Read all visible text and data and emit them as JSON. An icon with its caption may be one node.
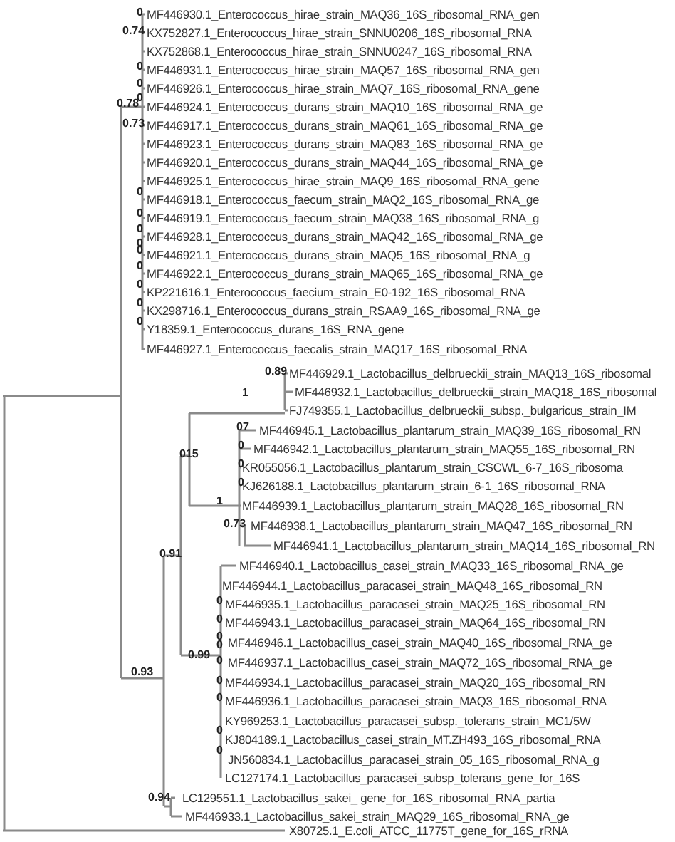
{
  "diagram": {
    "labels": [
      "0",
      "MF446930.1_Enterococcus_hirae_strain_MAQ36_16S_ribosomal_RNA_gen",
      "0.74",
      "KX752827.1_Enterococcus_hirae_strain_SNNU0206_16S_ribosomal_RNA",
      "KX752868.1_Enterococcus_hirae_strain_SNNU0247_16S_ribosomal_RNA",
      "0",
      "MF446931.1_Enterococcus_hirae_strain_MAQ57_16S_ribosomal_RNA_gen",
      "0",
      "MF446926.1_Enterococcus_hirae_strain_MAQ7_16S_ribosomal_RNA_gene",
      "0",
      "0.78",
      "MF446924.1_Enterococcus_durans_strain_MAQ10_16S_ribosomal_RNA_ge",
      "0.73",
      "MF446917.1_Enterococcus_durans_strain_MAQ61_16S_ribosomal_RNA_ge",
      "MF446923.1_Enterococcus_durans_strain_MAQ83_16S_ribosomal_RNA_ge",
      "MF446920.1_Enterococcus_durans_strain_MAQ44_16S_ribosomal_RNA_ge",
      "MF446925.1_Enterococcus_hirae_strain_MAQ9_16S_ribosomal_RNA_gene",
      "0",
      "MF446918.1_Enterococcus_faecum_strain_MAQ2_16S_ribosomal_RNA_ge",
      "0",
      "MF446919.1_Enterococcus_faecum_strain_MAQ38_16S_ribosomal_RNA_g",
      "0",
      "MF446928.1_Enterococcus_durans_strain_MAQ42_16S_ribosomal_RNA_ge",
      "0",
      "0",
      "MF446921.1_Enterococcus_durans_strain_MAQ5_16S_ribosomal_RNA_g",
      "0",
      "MF446922.1_Enterococcus_durans_strain_MAQ65_16S_ribosomal_RNA_ge",
      "0",
      "KP221616.1_Enterococcus_faecium_strain_E0-192_16S_ribosomal_RNA",
      "0",
      "KX298716.1_Enterococcus_durans_strain_RSAA9_16S_ribosomal_RNA_ge",
      "0",
      "Y18359.1_Enterococcus_durans_16S_RNA_gene",
      "MF446927.1_Enterococcus_faecalis_strain_MAQ17_16S_ribosomal_RNA",
      "0.89",
      "MF446929.1_Lactobacillus_delbrueckii_strain_MAQ13_16S_ribosomal",
      "1",
      "MF446932.1_Lactobacillus_delbrueckii_strain_MAQ18_16S_ribosomal",
      "FJ749355.1_Lactobacillus_delbrueckii_subsp._bulgaricus_strain_IM",
      "07",
      "MF446945.1_Lactobacillus_plantarum_strain_MAQ39_16S_ribosomal_RN",
      "0",
      "015",
      "MF446942.1_Lactobacillus_plantarum_strain_MAQ55_16S_ribosomal_RN",
      "0",
      "KR055056.1_Lactobacillus_plantarum_strain_CSCWL_6-7_16S_ribosoma",
      "0",
      "KJ626188.1_Lactobacillus_plantarum_strain_6-1_16S_ribosomal_RNA",
      "1",
      "MF446939.1_Lactobacillus_plantarum_strain_MAQ28_16S_ribosomal_RN",
      "0.73",
      "MF446938.1_Lactobacillus_plantarum_strain_MAQ47_16S_ribosomal_RN",
      "MF446941.1_Lactobacillus_plantarum_strain_MAQ14_16S_ribosomal_RN",
      "0.91",
      "MF446940.1_Lactobacillus_casei_strain_MAQ33_16S_ribosomal_RNA_ge",
      "MF446944.1_Lactobacillus_paracasei_strain_MAQ48_16S_ribosomal_RN",
      "0",
      "MF446935.1_Lactobacillus_paracasei_strain_MAQ25_16S_ribosomal_RN",
      "0",
      "MF446943.1_Lactobacillus_paracasei_strain_MAQ64_16S_ribosomal_RN",
      "0",
      "0",
      "MF446946.1_Lactobacillus_casei_strain_MAQ40_16S_ribosomal_RNA_ge",
      "0.99",
      "0",
      "MF446937.1_Lactobacillus_casei_strain_MAQ72_16S_ribosomal_RNA_ge",
      "0.93",
      "0",
      "MF446934.1_Lactobacillus_paracasei_strain_MAQ20_16S_ribosomal_RN",
      "0",
      "MF446936.1_Lactobacillus_paracasei_strain_MAQ3_16S_ribosomal_RNA",
      "KY969253.1_Lactobacillus_paracasei_subsp._tolerans_strain_MC1/5W",
      "0",
      "KJ804189.1_Lactobacillus_casei_strain_MT.ZH493_16S_ribosomal_RNA",
      "0",
      "JN560834.1_Lactobacillus_paracasei_strain_05_16S_ribosomal_RNA_g",
      "LC127174.1_Lactobacillus_paracasei_subsp_tolerans_gene_for_16S",
      "0.94",
      "LC129551.1_Lactobacillus_sakei_ gene_for_16S_ribosomal_RNA_partia",
      "MF446933.1_Lactobacillus_sakei_strain_MAQ29_16S_ribosomal_RNA_ge",
      "X80725.1_E.coli_ATCC_11775T_gene_for_16S_rRNA"
    ]
  }
}
